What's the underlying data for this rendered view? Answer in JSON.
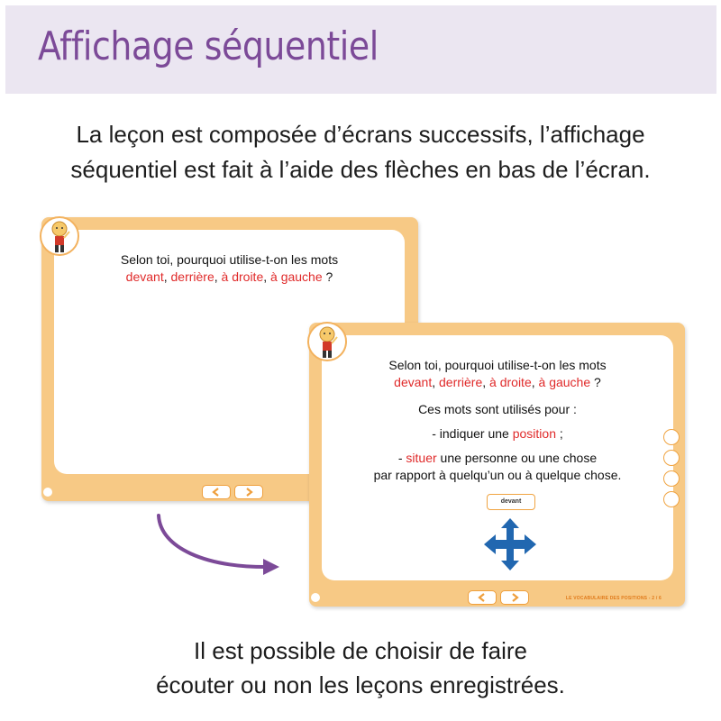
{
  "title": "Affichage séquentiel",
  "intro": {
    "line1": "La leçon est composée d’écrans successifs, l’affichage",
    "line2": "séquentiel est fait à l’aide des flèches en bas de l’écran."
  },
  "screen_a": {
    "question_line1": "Selon toi, pourquoi utilise-t-on les mots",
    "words": [
      "devant",
      "derrière",
      "à droite",
      "à gauche"
    ],
    "question_end": " ?"
  },
  "screen_b": {
    "question_line1": "Selon toi, pourquoi utilise-t-on les mots",
    "words": [
      "devant",
      "derrière",
      "à droite",
      "à gauche"
    ],
    "question_end": " ?",
    "answer_intro": "Ces mots sont utilisés pour :",
    "bullet1_prefix": "- indiquer une ",
    "bullet1_word": "position",
    "bullet1_suffix": " ;",
    "bullet2_prefix": "- ",
    "bullet2_word": "situer",
    "bullet2_rest": " une personne ou une chose",
    "bullet2_line2": "par rapport à quelqu’un ou à quelque chose.",
    "word_button": "devant",
    "footer": "LE VOCABULAIRE DES POSITIONS - 2 / 6"
  },
  "outro": {
    "line1": "Il est possible de choisir de faire",
    "line2": "écouter ou non les leçons enregistrées."
  },
  "colors": {
    "title": "#7c4a98",
    "frame": "#f7c985",
    "keyword": "#e02a2a",
    "cross": "#2167b0",
    "flow_arrow": "#7c4a98"
  }
}
